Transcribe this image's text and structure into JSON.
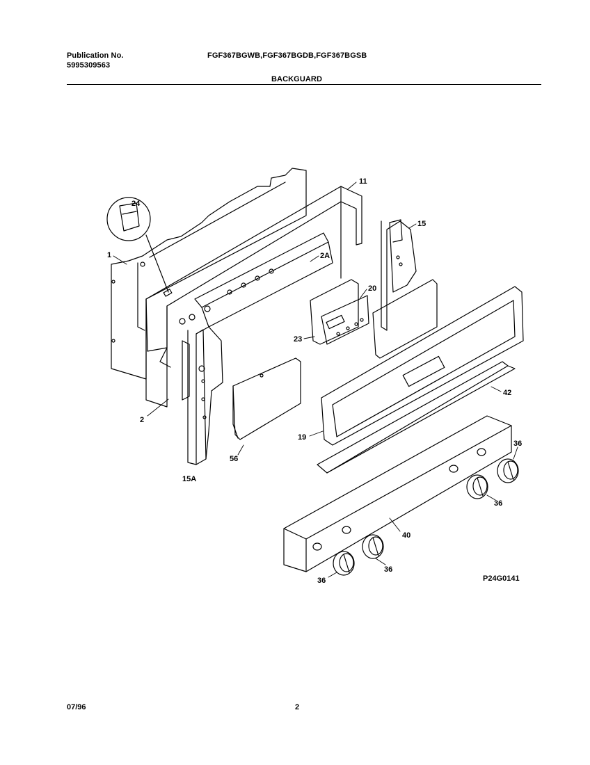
{
  "header": {
    "publication_label": "Publication No.",
    "publication_number": "5995309563",
    "models": "FGF367BGWB,FGF367BGDB,FGF367BGSB",
    "section_title": "BACKGUARD"
  },
  "diagram": {
    "part_labels": {
      "p24": "24",
      "p1": "1",
      "p11": "11",
      "p2a": "2A",
      "p15": "15",
      "p20": "20",
      "p23": "23",
      "p2": "2",
      "p15a": "15A",
      "p56": "56",
      "p19": "19",
      "p42": "42",
      "p36a": "36",
      "p36b": "36",
      "p40": "40",
      "p36c": "36",
      "p36d": "36"
    },
    "drawing_code": "P24G0141"
  },
  "footer": {
    "date": "07/96",
    "page": "2"
  }
}
